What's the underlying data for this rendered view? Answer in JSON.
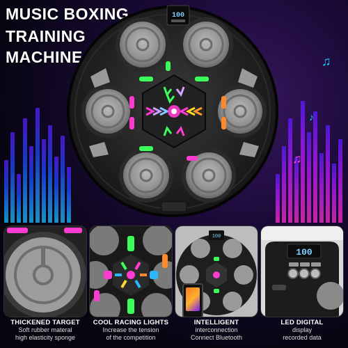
{
  "header": {
    "line1": "MUSIC BOXING",
    "line2": "TRAINING",
    "line3": "MACHINE"
  },
  "device": {
    "display_value": "100"
  },
  "features": [
    {
      "title": "THICKENED TARGET",
      "line1": "Soft rubber materal",
      "line2": "high elasticity sponge"
    },
    {
      "title": "COOL RACING LIGHTS",
      "line1": "Increase the tension",
      "line2": "of the competition"
    },
    {
      "title": "INTELLIGENT",
      "line1": "interconnection",
      "line2": "Connect Bluetooth"
    },
    {
      "title": "LED DIGITAL",
      "line1": "display",
      "line2": "recorded data"
    }
  ],
  "led_panel": {
    "display_value": "100"
  },
  "colors": {
    "accent_pink": "#ff3cd2",
    "accent_green": "#3cff5a",
    "accent_blue": "#2bb8ff",
    "accent_orange": "#ff8a2b",
    "display_blue": "#7fd0ff"
  },
  "icons": [
    "music-note-icon",
    "phone-icon"
  ]
}
